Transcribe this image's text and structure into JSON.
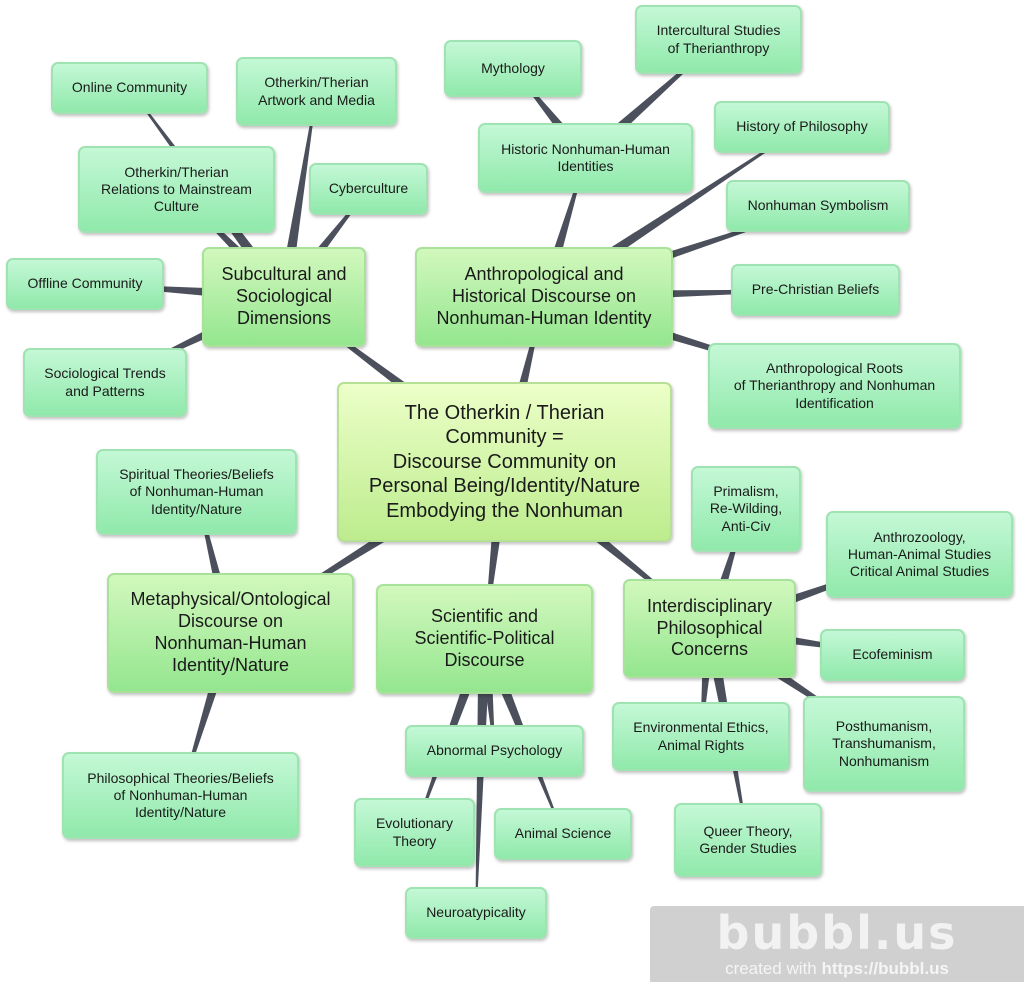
{
  "center": {
    "id": "center",
    "label": "The Otherkin / Therian\nCommunity =\nDiscourse Community on\nPersonal Being/Identity/Nature\nEmbodying the Nonhuman"
  },
  "main_nodes": [
    {
      "id": "subcultural",
      "label": "Subcultural and\nSociological\nDimensions"
    },
    {
      "id": "anthro",
      "label": "Anthropological and\nHistorical Discourse on\nNonhuman-Human Identity"
    },
    {
      "id": "meta",
      "label": "Metaphysical/Ontological\nDiscourse on\nNonhuman-Human\nIdentity/Nature"
    },
    {
      "id": "scientific",
      "label": "Scientific and\nScientific-Political\nDiscourse"
    },
    {
      "id": "interdisc",
      "label": "Interdisciplinary\nPhilosophical\nConcerns"
    }
  ],
  "leaf_nodes": [
    {
      "id": "online",
      "parent": "subcultural",
      "label": "Online Community"
    },
    {
      "id": "artwork",
      "parent": "subcultural",
      "label": "Otherkin/Therian\nArtwork and Media"
    },
    {
      "id": "relations",
      "parent": "subcultural",
      "label": "Otherkin/Therian\nRelations to Mainstream\nCulture"
    },
    {
      "id": "cyber",
      "parent": "subcultural",
      "label": "Cyberculture"
    },
    {
      "id": "offline",
      "parent": "subcultural",
      "label": "Offline Community"
    },
    {
      "id": "trends",
      "parent": "subcultural",
      "label": "Sociological Trends\nand Patterns"
    },
    {
      "id": "historic",
      "parent": "anthro",
      "label": "Historic Nonhuman-Human\nIdentities"
    },
    {
      "id": "mythology",
      "parent": "historic",
      "label": "Mythology"
    },
    {
      "id": "intercultural",
      "parent": "historic",
      "label": "Intercultural Studies\nof Therianthropy"
    },
    {
      "id": "histphil",
      "parent": "anthro",
      "label": "History of Philosophy"
    },
    {
      "id": "symbolism",
      "parent": "anthro",
      "label": "Nonhuman Symbolism"
    },
    {
      "id": "prechristian",
      "parent": "anthro",
      "label": "Pre-Christian Beliefs"
    },
    {
      "id": "roots",
      "parent": "anthro",
      "label": "Anthropological Roots\nof Therianthropy and Nonhuman\nIdentification"
    },
    {
      "id": "spiritual",
      "parent": "meta",
      "label": "Spiritual Theories/Beliefs\nof Nonhuman-Human\nIdentity/Nature"
    },
    {
      "id": "philosophical",
      "parent": "meta",
      "label": "Philosophical Theories/Beliefs\nof Nonhuman-Human\nIdentity/Nature"
    },
    {
      "id": "abnormal",
      "parent": "scientific",
      "label": "Abnormal Psychology"
    },
    {
      "id": "evolutionary",
      "parent": "scientific",
      "label": "Evolutionary\nTheory"
    },
    {
      "id": "animalsci",
      "parent": "scientific",
      "label": "Animal Science"
    },
    {
      "id": "neuro",
      "parent": "scientific",
      "label": "Neuroatypicality"
    },
    {
      "id": "primalism",
      "parent": "interdisc",
      "label": "Primalism,\nRe-Wilding,\nAnti-Civ"
    },
    {
      "id": "anthrozoology",
      "parent": "interdisc",
      "label": "Anthrozoology,\nHuman-Animal Studies\nCritical Animal Studies"
    },
    {
      "id": "ecofeminism",
      "parent": "interdisc",
      "label": "Ecofeminism"
    },
    {
      "id": "posthumanism",
      "parent": "interdisc",
      "label": "Posthumanism,\nTranshumanism,\nNonhumanism"
    },
    {
      "id": "envethics",
      "parent": "interdisc",
      "label": "Environmental Ethics,\nAnimal Rights"
    },
    {
      "id": "queer",
      "parent": "interdisc",
      "label": "Queer Theory,\nGender Studies"
    }
  ],
  "watermark": {
    "logo": "bubbl.us",
    "prefix": "created with ",
    "link": "https://bubbl.us"
  },
  "colors": {
    "connector": "#4b505c",
    "node_border": "#9fe3b2"
  }
}
